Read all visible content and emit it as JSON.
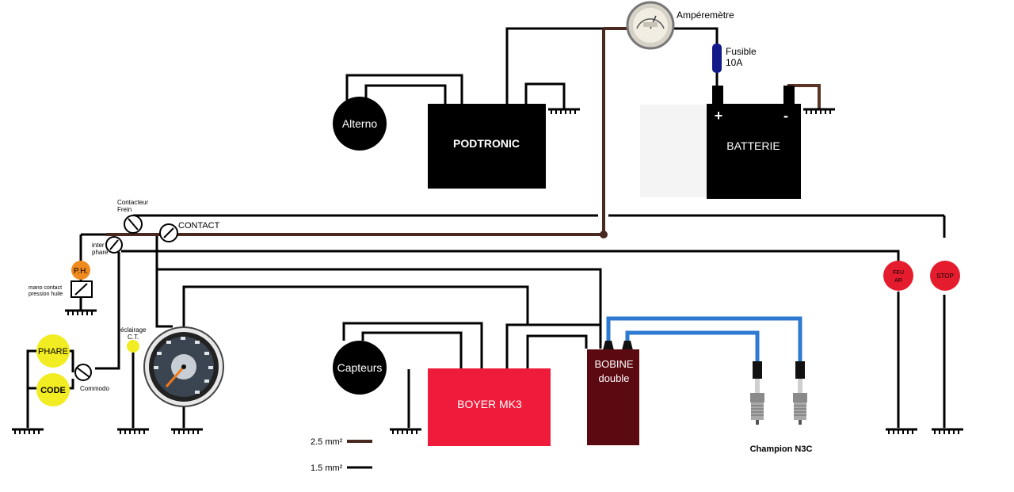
{
  "colors": {
    "wire_thin": "#000000",
    "wire_thick": "#4a2a20",
    "wire_ht": "#2e7ad1",
    "boyer": "#ee1b3a",
    "bobine": "#5c0a12",
    "lamp_red": "#e51c2d",
    "lamp_yellow": "#f2ec22",
    "ph_orange": "#f08a1f"
  },
  "components": {
    "ammeter": "Ampéremètre",
    "fuse_line1": "Fusible",
    "fuse_line2": "10A",
    "alterno": "Alterno",
    "podtronic": "PODTRONIC",
    "battery": "BATTERIE",
    "battery_plus": "+",
    "battery_minus": "-",
    "brake_switch_line1": "Contacteur",
    "brake_switch_line2": "Frein",
    "contact": "CONTACT",
    "light_switch_line1": "inter",
    "light_switch_line2": "phare",
    "ph": "P.H.",
    "oil_pressure_line1": "mano contact",
    "oil_pressure_line2": "pression huile",
    "phare": "PHARE",
    "code": "CODE",
    "commodo": "Commodo",
    "ct_light_line1": "éclairage",
    "ct_light_line2": "C.T.",
    "capteurs": "Capteurs",
    "boyer": "BOYER MK3",
    "bobine_line1": "BOBINE",
    "bobine_line2": "double",
    "plugs": "Champion N3C",
    "feu_line1": "FEU",
    "feu_line2": "AR",
    "stop": "STOP"
  },
  "legend": [
    {
      "label": "2.5 mm²",
      "color": "#4a2a20"
    },
    {
      "label": "1.5 mm²",
      "color": "#000000"
    }
  ]
}
